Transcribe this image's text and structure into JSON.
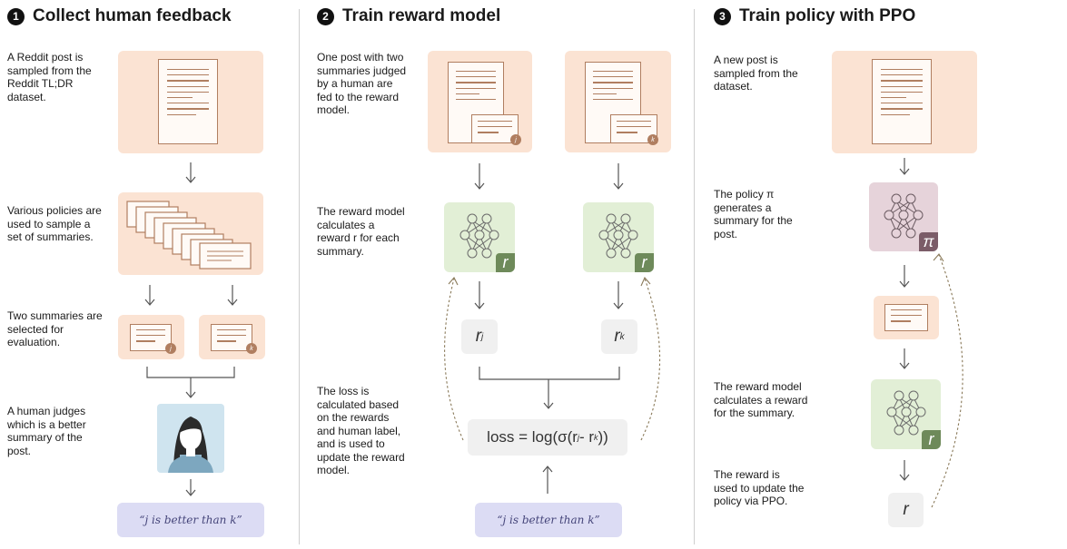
{
  "sections": [
    {
      "number": "1",
      "title": "Collect human feedback"
    },
    {
      "number": "2",
      "title": "Train reward model"
    },
    {
      "number": "3",
      "title": "Train policy with PPO"
    }
  ],
  "step1": {
    "desc_post": "A Reddit post is sampled from the Reddit TL;DR dataset.",
    "desc_policies": "Various policies are used to sample a set of summaries.",
    "desc_two": "Two summaries are selected for evaluation.",
    "desc_human": "A human judges which is a better summary of the post.",
    "badge_j": "j",
    "badge_k": "k",
    "judgement": "“j is better than k”"
  },
  "step2": {
    "desc_fed": "One post with two summaries judged by a human are fed to the reward model.",
    "desc_reward": "The reward model calculates a reward r for each summary.",
    "desc_loss": "The loss is calculated based on the rewards and human label, and is used to update the reward model.",
    "badge_j": "j",
    "badge_k": "k",
    "r_tag": "r",
    "rj": "r",
    "rj_sub": "j",
    "rk": "r",
    "rk_sub": "k",
    "loss_prefix": "loss = log(σ(r",
    "loss_sub_j": "j",
    "loss_mid": " - r",
    "loss_sub_k": "k",
    "loss_suffix": "))",
    "judgement": "“j is better than k”"
  },
  "step3": {
    "desc_post": "A new post is sampled from the dataset.",
    "desc_policy": "The policy π generates a summary for the post.",
    "desc_reward": "The reward model calculates a reward for the summary.",
    "desc_update": "The reward is used to update the policy via PPO.",
    "pi_tag": "π",
    "r_tag": "r",
    "r_value": "r"
  },
  "colors": {
    "peach": "#fbe3d3",
    "green": "#e2efd6",
    "mauve": "#e6d3da",
    "lavender": "#dcdcf4",
    "grey": "#f0f0f0",
    "doc_stroke": "#b07e60",
    "arrow": "#555555"
  }
}
